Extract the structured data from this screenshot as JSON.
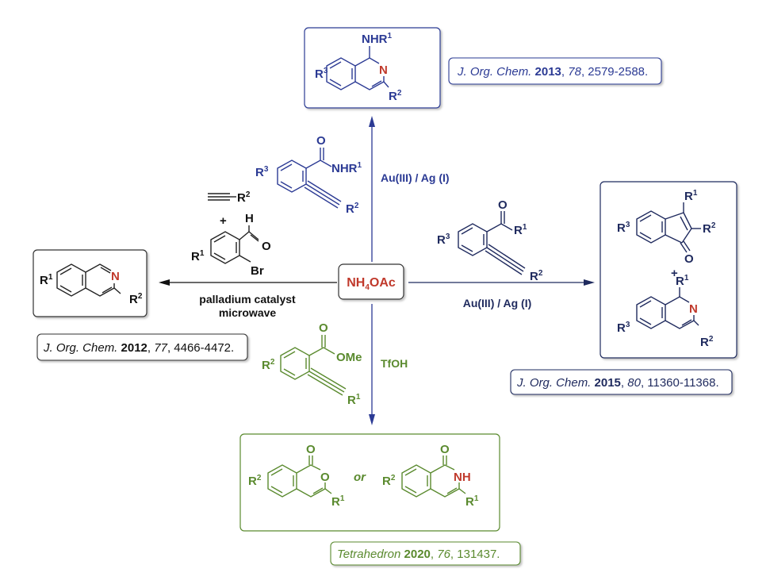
{
  "center_reagent": {
    "main": "NH",
    "sub": "4",
    "tail": "OAc",
    "color": "#c0392b"
  },
  "colors": {
    "blue": "#2b3a94",
    "navy": "#1f2a5e",
    "green": "#5a8a2e",
    "red": "#c0392b",
    "black": "#111111"
  },
  "top_branch": {
    "condition": "Au(III) / Ag (I)",
    "substrate_labels": {
      "r3": "R",
      "r3_sup": "3",
      "o": "O",
      "nhr": "NHR",
      "nhr_sup": "1",
      "r2": "R",
      "r2_sup": "2"
    },
    "product_labels": {
      "nhr": "NHR",
      "nhr_sup": "1",
      "n": "N",
      "r3": "R",
      "r3_sup": "3",
      "r2": "R",
      "r2_sup": "2"
    },
    "reference": {
      "journal": "J. Org. Chem.",
      "year": "2013",
      "volume": "78",
      "pages": ", 2579-2588."
    }
  },
  "left_branch": {
    "condition_line1": "palladium catalyst",
    "condition_line2": "microwave",
    "alkyne_labels": {
      "r2": "R",
      "r2_sup": "2"
    },
    "plus": "+",
    "aldehyde_labels": {
      "h": "H",
      "o": "O",
      "r1": "R",
      "r1_sup": "1",
      "br": "Br"
    },
    "product_labels": {
      "r1": "R",
      "r1_sup": "1",
      "n": "N",
      "r2": "R",
      "r2_sup": "2"
    },
    "reference": {
      "journal": "J. Org. Chem.",
      "year": "2012",
      "volume": "77",
      "pages": ", 4466-4472."
    }
  },
  "right_branch": {
    "condition": "Au(III) / Ag (I)",
    "substrate_labels": {
      "o": "O",
      "r1": "R",
      "r1_sup": "1",
      "r3": "R",
      "r3_sup": "3",
      "r2": "R",
      "r2_sup": "2"
    },
    "product1_labels": {
      "r1": "R",
      "r1_sup": "1",
      "r3": "R",
      "r3_sup": "3",
      "r2": "R",
      "r2_sup": "2",
      "o": "O"
    },
    "plus": "+",
    "product2_labels": {
      "r1": "R",
      "r1_sup": "1",
      "n": "N",
      "r3": "R",
      "r3_sup": "3",
      "r2": "R",
      "r2_sup": "2"
    },
    "reference": {
      "journal": "J. Org. Chem.",
      "year": "2015",
      "volume": "80",
      "pages": ", 11360-11368."
    }
  },
  "bottom_branch": {
    "condition": "TfOH",
    "substrate_labels": {
      "o": "O",
      "ome": "OMe",
      "r2": "R",
      "r2_sup": "2",
      "r1": "R",
      "r1_sup": "1"
    },
    "product1_labels": {
      "o_top": "O",
      "o_ring": "O",
      "r2": "R",
      "r2_sup": "2",
      "r1": "R",
      "r1_sup": "1"
    },
    "or": "or",
    "product2_labels": {
      "o_top": "O",
      "nh": "NH",
      "r2": "R",
      "r2_sup": "2",
      "r1": "R",
      "r1_sup": "1"
    },
    "reference": {
      "journal": "Tetrahedron",
      "year": "2020",
      "volume": "76",
      "pages": ", 131437."
    }
  }
}
